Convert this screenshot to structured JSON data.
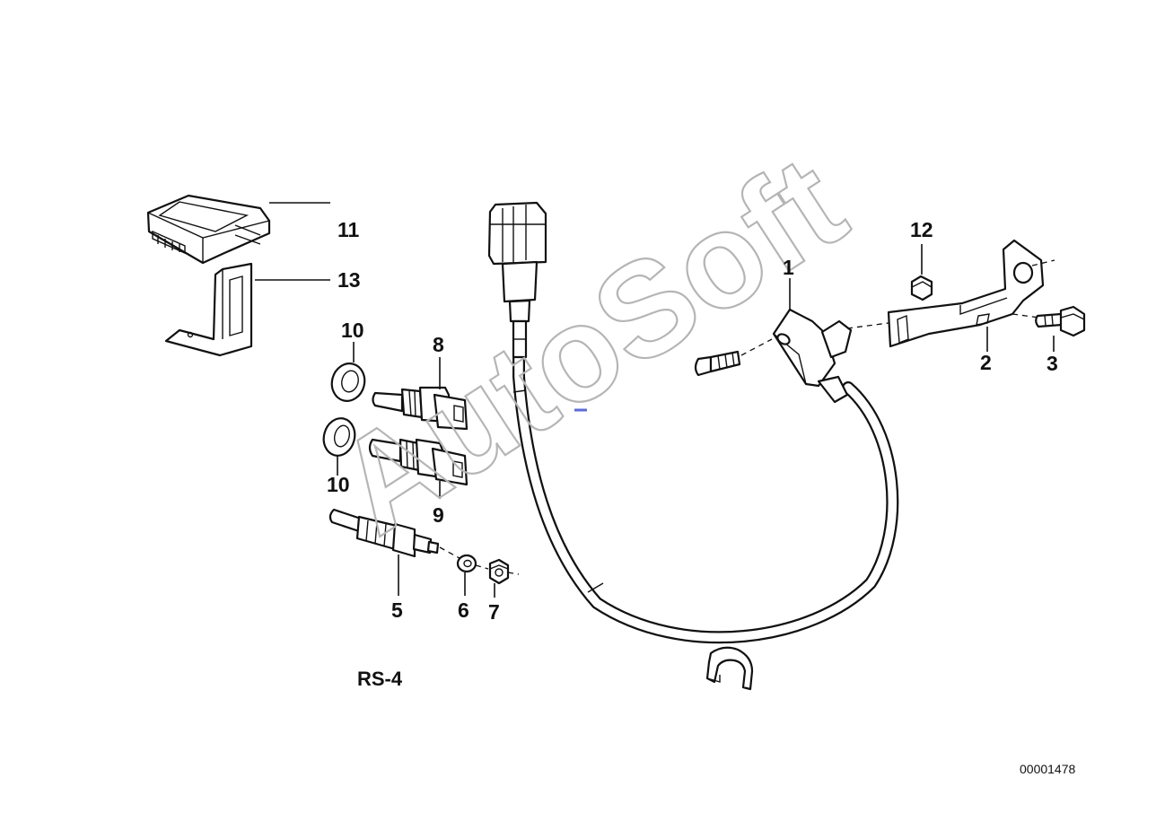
{
  "watermark": "AutoSoft",
  "diagram_code": "RS-4",
  "catalog_number": "00001478",
  "callouts": {
    "c1": "1",
    "c2": "2",
    "c3": "3",
    "c5": "5",
    "c6": "6",
    "c7": "7",
    "c8": "8",
    "c9": "9",
    "c10a": "10",
    "c10b": "10",
    "c11": "11",
    "c12": "12",
    "c13": "13"
  },
  "accent_mark_color": "#5b6bd6"
}
